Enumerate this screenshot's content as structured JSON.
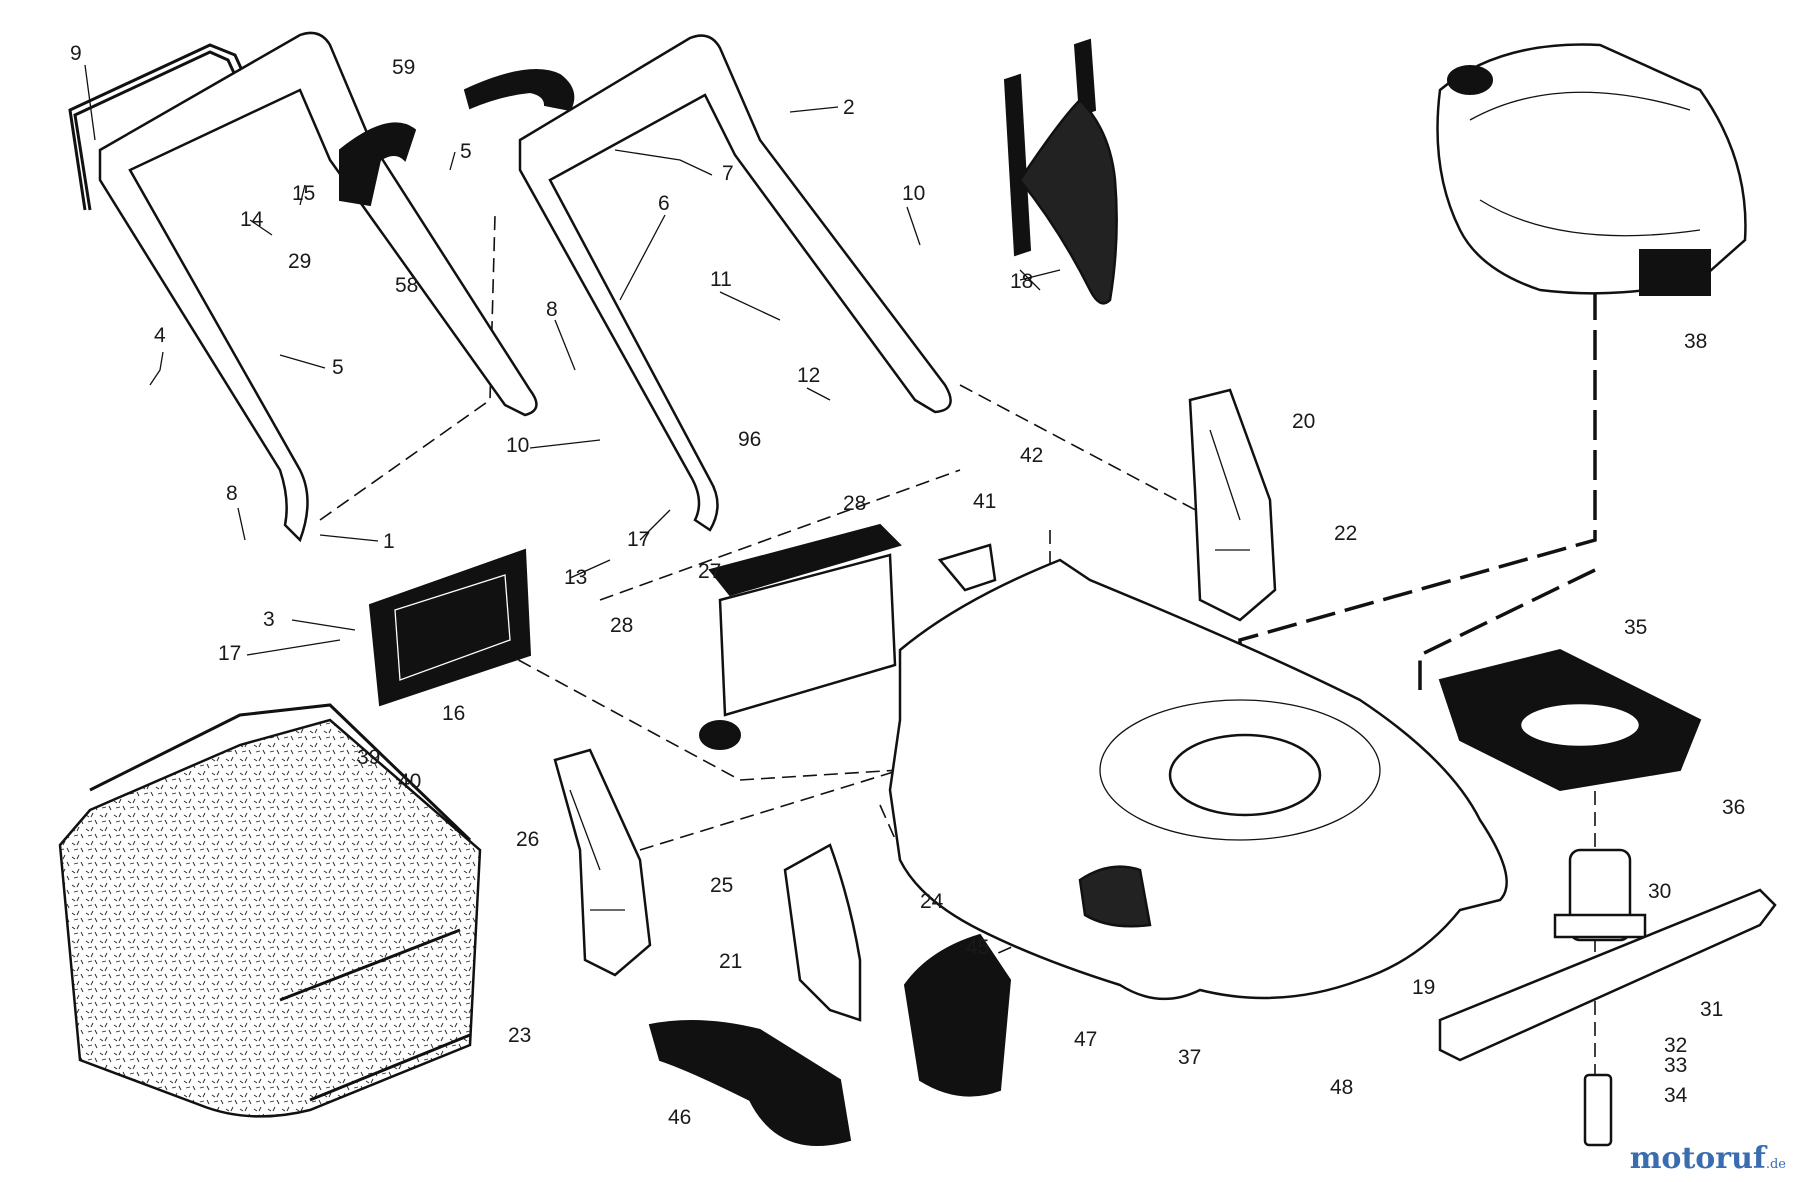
{
  "diagram": {
    "callouts": [
      "1",
      "2",
      "3",
      "4",
      "5",
      "5",
      "6",
      "7",
      "8",
      "8",
      "9",
      "10",
      "10",
      "11",
      "12",
      "13",
      "14",
      "15",
      "16",
      "17",
      "17",
      "18",
      "19",
      "20",
      "21",
      "22",
      "23",
      "24",
      "25",
      "26",
      "27",
      "28",
      "28",
      "29",
      "30",
      "31",
      "32",
      "33",
      "34",
      "35",
      "36",
      "37",
      "38",
      "39",
      "40",
      "41",
      "42",
      "45",
      "46",
      "47",
      "48",
      "58",
      "59",
      "96"
    ]
  },
  "watermark": {
    "name": "motoruf",
    "tld": ".de"
  }
}
